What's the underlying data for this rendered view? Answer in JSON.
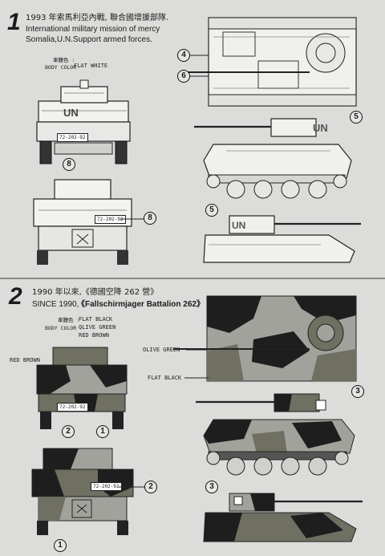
{
  "section1": {
    "number": "1",
    "title_cn": "1993 年索馬利亞內戰, 聯合國增援部隊.",
    "title_en_1": "International military mission of mercy",
    "title_en_2": "Somalia,U.N.Support armed forces.",
    "color_label_cn": "車體色 :",
    "color_label_en": "BODY COLOR",
    "body_color": "FLAT WHITE",
    "hull_marking": "UN",
    "plate": "72-202-92",
    "callouts": [
      "4",
      "6",
      "5",
      "8",
      "8",
      "5"
    ]
  },
  "section2": {
    "number": "2",
    "title_cn": "1990 年以來,《德國空降 262 營》",
    "title_en_prefix": "SINCE 1990,",
    "title_en_unit": "《Fallschirmjager Battalion 262》",
    "color_label_cn": "車體色 :",
    "color_label_en": "BODY COLOR :",
    "colors": [
      "FLAT BLACK",
      "OLIVE GREEN",
      "RED BROWN"
    ],
    "side_label_red_brown": "RED BROWN",
    "side_label_olive_green": "OLIVE GREEN",
    "side_label_flat_black": "FLAT BLACK",
    "callouts": [
      "2",
      "1",
      "3",
      "2",
      "1",
      "3"
    ]
  },
  "colors": {
    "flat_white": "#f2f2ef",
    "flat_black": "#1e1e1e",
    "olive_green": "#6f6f62",
    "red_brown": "#a2a29c",
    "line": "#222222"
  }
}
